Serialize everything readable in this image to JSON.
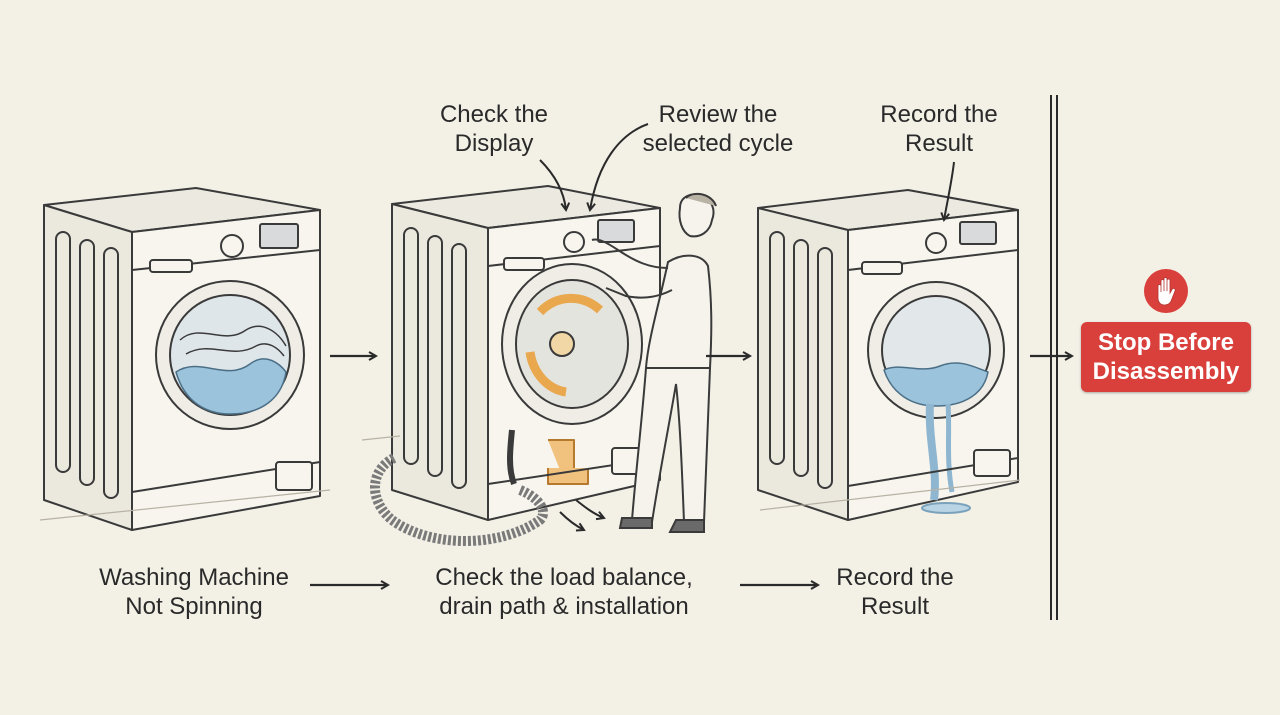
{
  "labels": {
    "check_display": [
      "Check the",
      "Display"
    ],
    "review_cycle": [
      "Review the",
      "selected cycle"
    ],
    "record_result_top": [
      "Record the",
      "Result"
    ],
    "not_spinning": [
      "Washing Machine",
      "Not Spinning"
    ],
    "check_load": [
      "Check the load balance,",
      "drain path & installation"
    ],
    "record_result_bottom": [
      "Record the",
      "Result"
    ]
  },
  "stop": {
    "lines": [
      "Stop Before",
      "Disassembly"
    ],
    "icon": "stop-hand-icon"
  },
  "colors": {
    "background": "#f3f0e6",
    "ink": "#2a2a2a",
    "stop_red": "#d9403b",
    "highlight_orange": "#e9a84e",
    "water_blue": "#9cc3dc"
  }
}
